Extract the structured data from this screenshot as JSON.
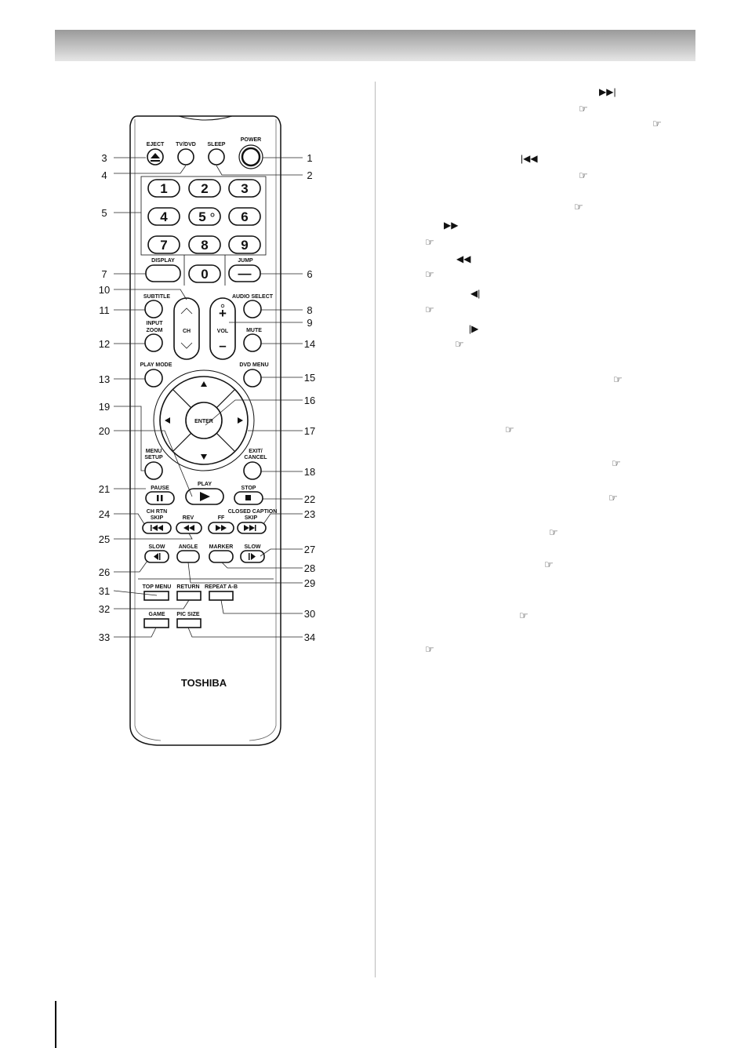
{
  "remote": {
    "brand": "TOSHIBA",
    "labels": {
      "eject": "EJECT",
      "tvdvd": "TV/DVD",
      "sleep": "SLEEP",
      "power": "POWER",
      "display": "DISPLAY",
      "jump": "JUMP",
      "subtitle": "SUBTITLE",
      "audio_select": "AUDIO SELECT",
      "input": "INPUT",
      "zoom": "ZOOM",
      "mute": "MUTE",
      "play_mode": "PLAY MODE",
      "dvd_menu": "DVD MENU",
      "ch": "CH",
      "vol": "VOL",
      "vol_plus": "+",
      "vol_minus": "–",
      "enter": "ENTER",
      "menu": "MENU",
      "setup": "SETUP",
      "exit": "EXIT/",
      "cancel": "CANCEL",
      "play": "PLAY",
      "pause": "PAUSE",
      "stop": "STOP",
      "ch_rtn": "CH RTN",
      "skip_back": "SKIP",
      "rev": "REV",
      "ff": "FF",
      "closed_caption": "CLOSED CAPTION",
      "skip_fwd": "SKIP",
      "slow_back": "SLOW",
      "angle": "ANGLE",
      "marker": "MARKER",
      "slow_fwd": "SLOW",
      "top_menu": "TOP MENU",
      "return": "RETURN",
      "repeat_ab": "REPEAT A-B",
      "game": "GAME",
      "pic_size": "PIC SIZE"
    },
    "digits": [
      "1",
      "2",
      "3",
      "4",
      "5",
      "6",
      "7",
      "8",
      "9",
      "0"
    ],
    "jump_symbol": "—"
  },
  "callouts": [
    "1",
    "2",
    "3",
    "4",
    "5",
    "6",
    "7",
    "8",
    "9",
    "10",
    "11",
    "12",
    "13",
    "14",
    "15",
    "16",
    "17",
    "18",
    "19",
    "20",
    "21",
    "22",
    "23",
    "24",
    "25",
    "26",
    "27",
    "28",
    "29",
    "30",
    "31",
    "32",
    "33",
    "34"
  ],
  "right_column": {
    "symbols": [
      "▶▶|",
      "☞",
      "☞",
      "|◀◀",
      "☞",
      "☞",
      "▶▶",
      "☞",
      "◀◀",
      "☞",
      "◀|",
      "☞",
      "|▶",
      "☞",
      "☞",
      "☞",
      "☞",
      "☞",
      "☞",
      "☞",
      "☞",
      "☞"
    ]
  }
}
